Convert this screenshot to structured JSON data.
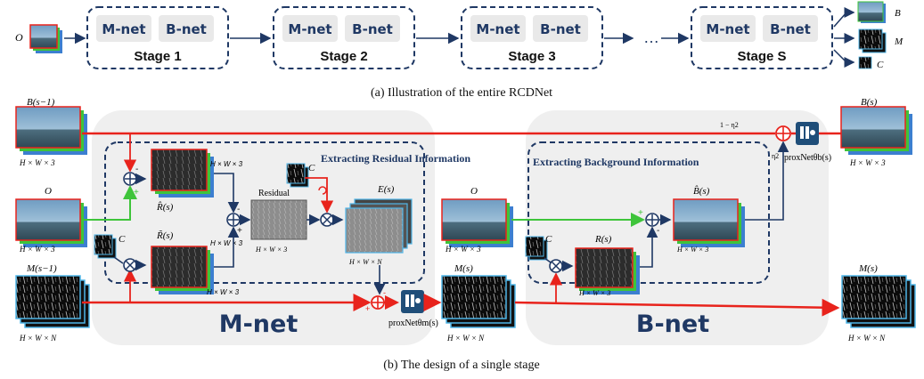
{
  "part_a": {
    "caption": "(a)  Illustration of the entire RCDNet",
    "input_label": "O",
    "stages": [
      {
        "m": "M-net",
        "b": "B-net",
        "name": "Stage 1"
      },
      {
        "m": "M-net",
        "b": "B-net",
        "name": "Stage 2"
      },
      {
        "m": "M-net",
        "b": "B-net",
        "name": "Stage 3"
      },
      {
        "m": "M-net",
        "b": "B-net",
        "name": "Stage S"
      }
    ],
    "ellipsis": "…",
    "outputs": [
      "B",
      "M",
      "C"
    ]
  },
  "part_b": {
    "caption": "(b)  The design of a single stage",
    "mnet_label": "M-net",
    "bnet_label": "B-net",
    "residual_title": "Extracting Residual Information",
    "background_title": "Extracting Background Information",
    "residual_label": "Residual",
    "labels": {
      "b_prev": "B(s−1)",
      "o": "O",
      "m_prev": "M(s−1)",
      "c": "C",
      "r_hat": "R̂(s)",
      "r_tilde": "R̃(s)",
      "e": "E(s)",
      "m_s": "M(s)",
      "r_s": "R(s)",
      "b_hat": "B̂(s)",
      "b_out": "B(s)",
      "m_out": "M(s)",
      "one_minus_eta": "1 − η2",
      "eta": "η2",
      "prox_m": "proxNetθm(s)",
      "prox_b": "proxNetθb(s)"
    },
    "dims": {
      "hw3": "H × W × 3",
      "hwn": "H × W × N"
    }
  },
  "colors": {
    "red": "#e8231c",
    "green": "#3ec43a",
    "navy": "#1f3864",
    "panel": "#efefef"
  }
}
